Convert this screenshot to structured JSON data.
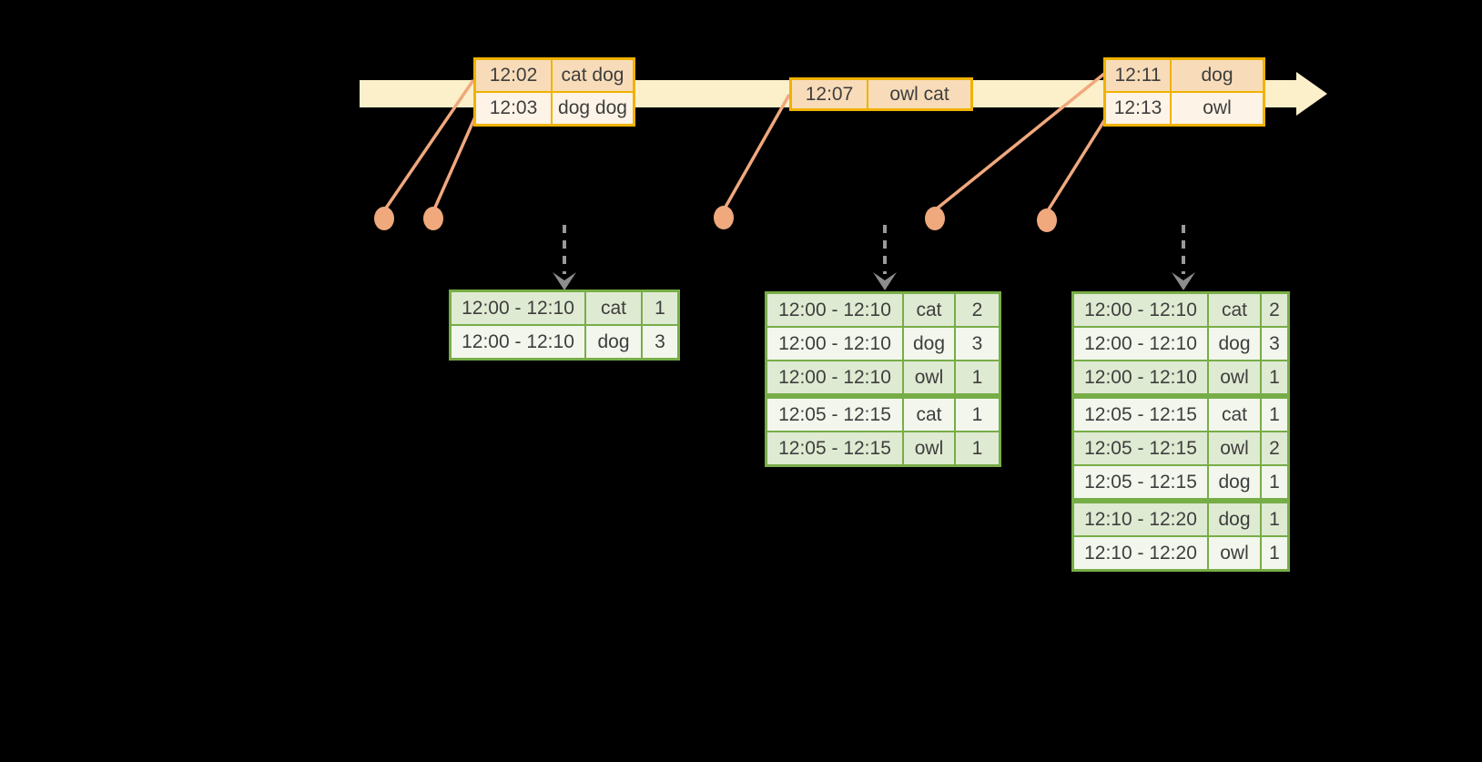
{
  "palette": {
    "timeline_band": "#FCF0CA",
    "gold_border": "#F0B200",
    "event_row_dark": "#F8DCB9",
    "event_row_light": "#FDF3E6",
    "connector": "#F0A87D",
    "green_border": "#77AD47",
    "result_row_dark": "#DFEAD2",
    "result_row_light": "#F2F6EC",
    "text": "#3E3E3E",
    "dashed_arrow": "#9A9A9A",
    "dashed_arrow_head": "#8D8D8D"
  },
  "event_tables": [
    {
      "rows": [
        {
          "time": "12:02",
          "words": "cat dog"
        },
        {
          "time": "12:03",
          "words": "dog dog"
        }
      ]
    },
    {
      "rows": [
        {
          "time": "12:07",
          "words": "owl cat"
        }
      ]
    },
    {
      "rows": [
        {
          "time": "12:11",
          "words": "dog"
        },
        {
          "time": "12:13",
          "words": "owl"
        }
      ]
    }
  ],
  "result_tables": [
    {
      "rows": [
        {
          "window": "12:00 - 12:10",
          "word": "cat",
          "count": "1"
        },
        {
          "window": "12:00 - 12:10",
          "word": "dog",
          "count": "3"
        }
      ]
    },
    {
      "rows": [
        {
          "window": "12:00 - 12:10",
          "word": "cat",
          "count": "2"
        },
        {
          "window": "12:00 - 12:10",
          "word": "dog",
          "count": "3"
        },
        {
          "window": "12:00 - 12:10",
          "word": "owl",
          "count": "1"
        },
        {
          "window": "12:05 - 12:15",
          "word": "cat",
          "count": "1"
        },
        {
          "window": "12:05 - 12:15",
          "word": "owl",
          "count": "1"
        }
      ]
    },
    {
      "rows": [
        {
          "window": "12:00 - 12:10",
          "word": "cat",
          "count": "2"
        },
        {
          "window": "12:00 - 12:10",
          "word": "dog",
          "count": "3"
        },
        {
          "window": "12:00 - 12:10",
          "word": "owl",
          "count": "1"
        },
        {
          "window": "12:05 - 12:15",
          "word": "cat",
          "count": "1"
        },
        {
          "window": "12:05 - 12:15",
          "word": "owl",
          "count": "2"
        },
        {
          "window": "12:05 - 12:15",
          "word": "dog",
          "count": "1"
        },
        {
          "window": "12:10 - 12:20",
          "word": "dog",
          "count": "1"
        },
        {
          "window": "12:10 - 12:20",
          "word": "owl",
          "count": "1"
        }
      ]
    }
  ]
}
